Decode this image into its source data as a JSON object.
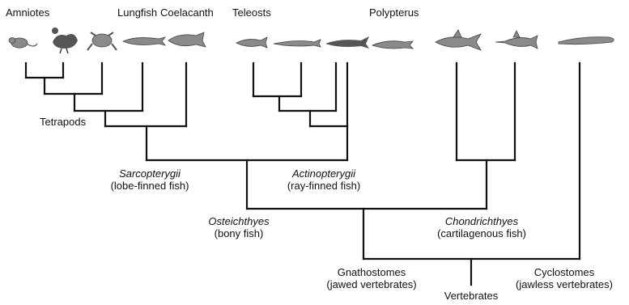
{
  "taxa": {
    "amniotes": "Amniotes",
    "lungfish": "Lungfish",
    "coelacanth": "Coelacanth",
    "teleosts": "Teleosts",
    "polypterus": "Polypterus"
  },
  "clades": {
    "tetrapods": "Tetrapods",
    "sarcopterygii": "Sarcopterygii",
    "sarcopterygii_common": "(lobe-finned fish)",
    "actinopterygii": "Actinopterygii",
    "actinopterygii_common": "(ray-finned fish)",
    "osteichthyes": "Osteichthyes",
    "osteichthyes_common": "(bony fish)",
    "chondrichthyes": "Chondrichthyes",
    "chondrichthyes_common": "(cartilagenous fish)",
    "gnathostomes": "Gnathostomes",
    "gnathostomes_common": "(jawed vertebrates)",
    "cyclostomes": "Cyclostomes",
    "cyclostomes_common": "(jawless vertebrates)",
    "vertebrates": "Vertebrates"
  },
  "icons": [
    "rat-icon",
    "rooster-icon",
    "frog-icon",
    "lungfish-icon",
    "coelacanth-icon",
    "zebrafish-icon",
    "gar-icon",
    "sturgeon-icon",
    "polypterus-icon",
    "shark-icon",
    "sawfish-icon",
    "lamprey-icon"
  ]
}
